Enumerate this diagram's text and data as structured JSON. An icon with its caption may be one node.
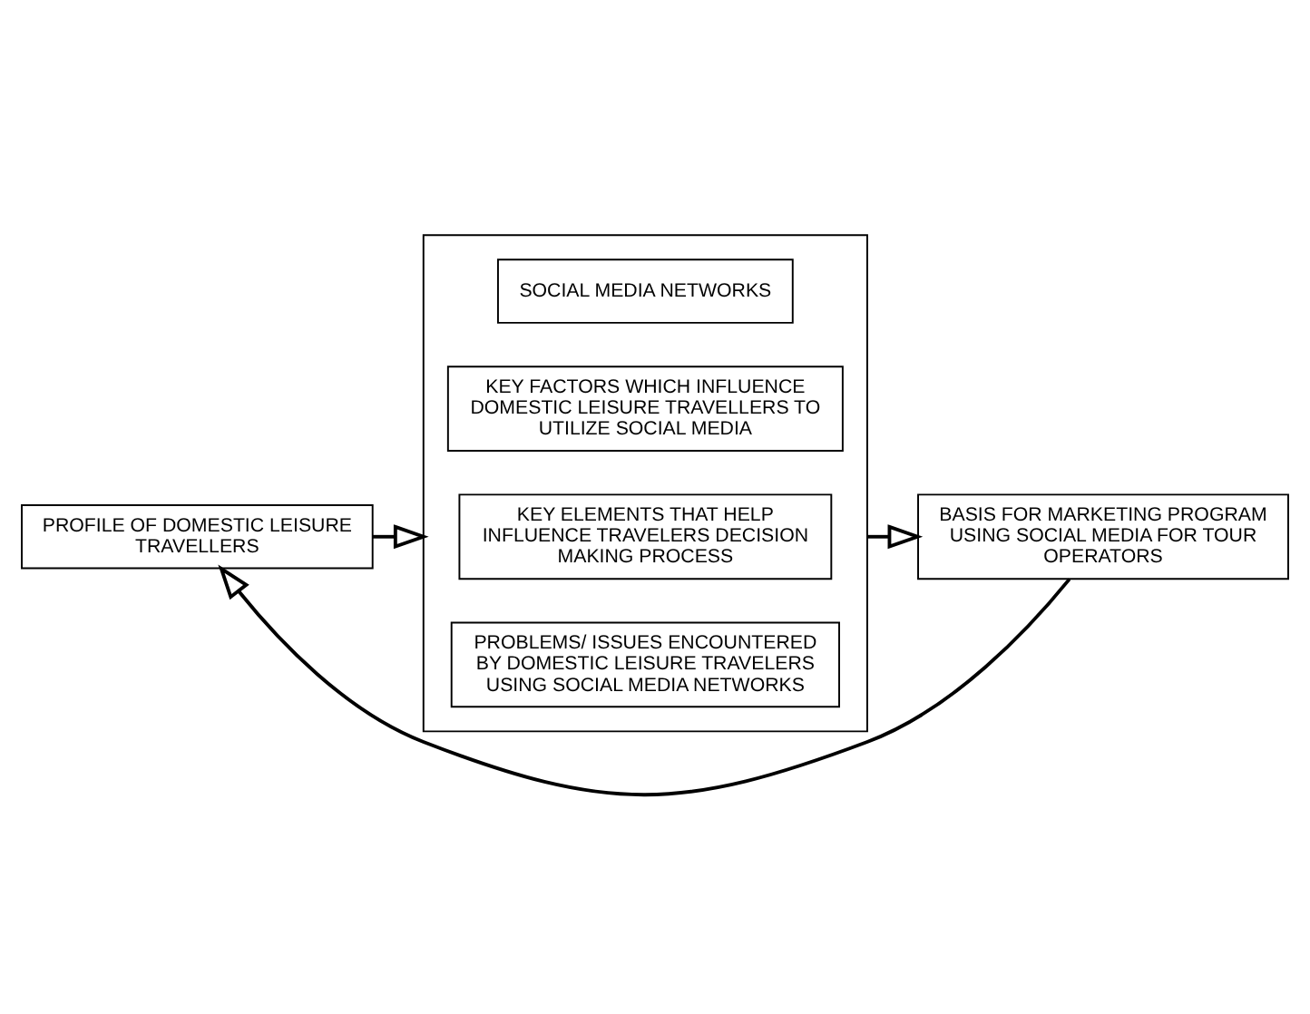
{
  "diagram": {
    "nodes": [
      {
        "text": [
          "PROFILE OF DOMESTIC LEISURE TRAVELLERS"
        ]
      },
      {
        "text": [],
        "shape": "box"
      },
      {
        "text": [
          "SOCIAL MEDIA NETWORKS"
        ],
        "in": 1
      },
      {
        "text": [
          "KEY FACTORS WHICH INFLUENCE DOMESTIC LEISURE TRAVELLERS TO UTILIZE SOCIAL MEDIA"
        ],
        "in": 1
      },
      {
        "text": [
          "KEY ELEMENTS THAT HELP INFLUENCE TRAVELERS DECISION MAKING PROCESS"
        ],
        "in": 1
      },
      {
        "text": [
          "PROBLEMS/ ISSUES ENCOUNTERED BY DOMESTIC LEISURE TRAVELERS USING SOCIAL MEDIA NETWORKS"
        ],
        "in": 1
      },
      {
        "text": [
          "BASIS FOR MARKETING PROGRAM USING SOCIAL MEDIA FOR TOUR OPERATORS"
        ]
      }
    ],
    "edges": [
      {
        "from": 0,
        "to": 1,
        "arrow": "to"
      },
      {
        "from": 1,
        "to": 6,
        "arrow": "to"
      },
      {
        "from": 6,
        "to": 0,
        "arrow": "to"
      }
    ]
  }
}
